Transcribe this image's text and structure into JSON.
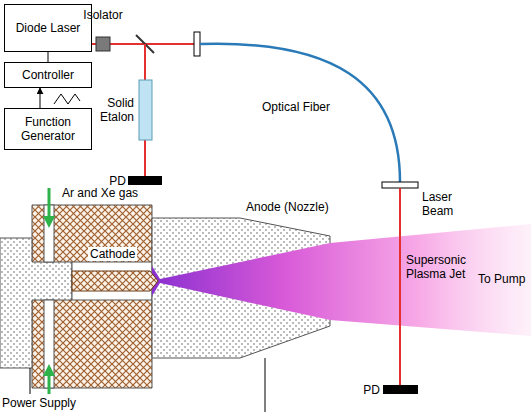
{
  "diagram": {
    "nodes": [
      {
        "text": [
          "Diode Laser"
        ]
      },
      {
        "text": [
          "Controller"
        ]
      },
      {
        "text": [
          "Function Generator"
        ]
      }
    ],
    "edges": [
      {
        "from": 0,
        "to": 1,
        "arrow": "none"
      },
      {
        "from": 2,
        "to": 1,
        "arrow": "to"
      }
    ],
    "labels": [
      "Isolator",
      "Solid Etalon",
      "PD",
      "Optical Fiber",
      "Laser Beam",
      "Ar and Xe gas",
      "Cathode",
      "Anode (Nozzle)",
      "Supersonic Plasma Jet",
      "To Pump",
      "PD",
      "Power Supply"
    ]
  }
}
